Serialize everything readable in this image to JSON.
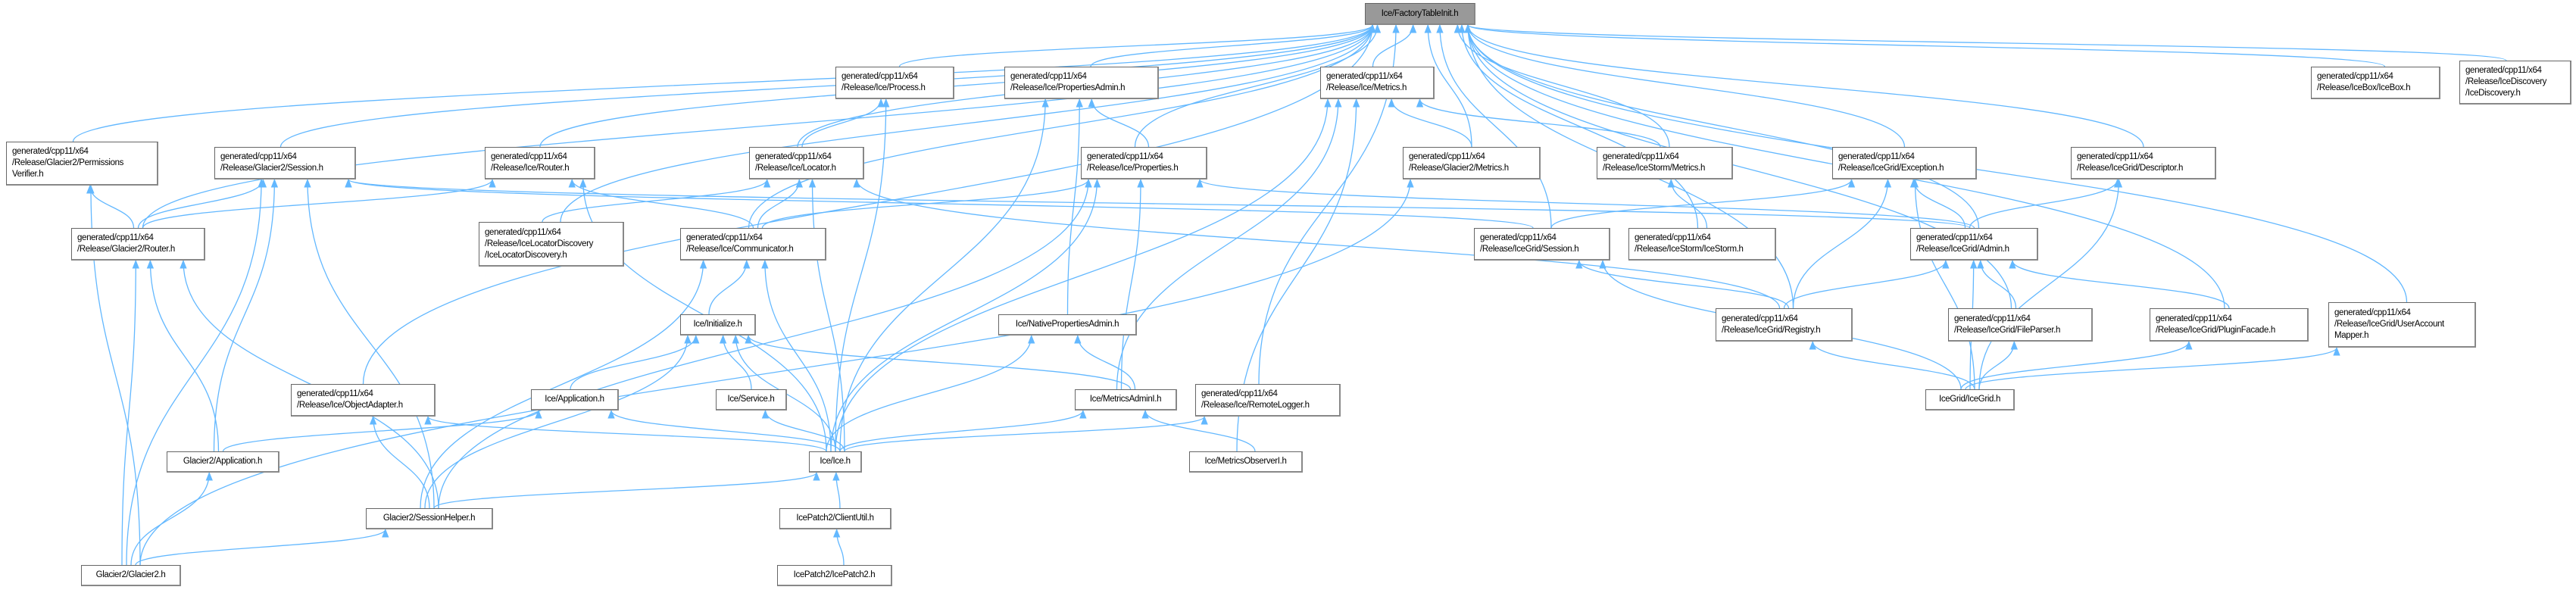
{
  "graph": {
    "root": "fti",
    "edge_color": "#63b8ff",
    "nodes": {
      "fti": "Ice/FactoryTableInit.h",
      "permverifier": "generated/cpp11/x64\n/Release/Glacier2/Permissions\nVerifier.h",
      "g2session": "generated/cpp11/x64\n/Release/Glacier2/Session.h",
      "icerouter": "generated/cpp11/x64\n/Release/Ice/Router.h",
      "g2router": "generated/cpp11/x64\n/Release/Glacier2/Router.h",
      "locdisc": "generated/cpp11/x64\n/Release/IceLocatorDiscovery\n/IceLocatorDiscovery.h",
      "locator": "generated/cpp11/x64\n/Release/Ice/Locator.h",
      "communicator": "generated/cpp11/x64\n/Release/Ice/Communicator.h",
      "process": "generated/cpp11/x64\n/Release/Ice/Process.h",
      "propadmin": "generated/cpp11/x64\n/Release/Ice/PropertiesAdmin.h",
      "properties": "generated/cpp11/x64\n/Release/Ice/Properties.h",
      "metrics": "generated/cpp11/x64\n/Release/Ice/Metrics.h",
      "g2metrics": "generated/cpp11/x64\n/Release/Glacier2/Metrics.h",
      "stormmetrics": "generated/cpp11/x64\n/Release/IceStorm/Metrics.h",
      "gridsession": "generated/cpp11/x64\n/Release/IceGrid/Session.h",
      "icestorm": "generated/cpp11/x64\n/Release/IceStorm/IceStorm.h",
      "exception": "generated/cpp11/x64\n/Release/IceGrid/Exception.h",
      "descriptor": "generated/cpp11/x64\n/Release/IceGrid/Descriptor.h",
      "admin": "generated/cpp11/x64\n/Release/IceGrid/Admin.h",
      "icebox": "generated/cpp11/x64\n/Release/IceBox/IceBox.h",
      "icediscovery": "generated/cpp11/x64\n/Release/IceDiscovery\n/IceDiscovery.h",
      "initialize": "Ice/Initialize.h",
      "nativepropadmin": "Ice/NativePropertiesAdmin.h",
      "objadapter": "generated/cpp11/x64\n/Release/Ice/ObjectAdapter.h",
      "application": "Ice/Application.h",
      "service": "Ice/Service.h",
      "metricsadmini": "Ice/MetricsAdminI.h",
      "remotelogger": "generated/cpp11/x64\n/Release/Ice/RemoteLogger.h",
      "g2application": "Glacier2/Application.h",
      "iceh": "Ice/Ice.h",
      "metricsobserveri": "Ice/MetricsObserverI.h",
      "sessionhelper": "Glacier2/SessionHelper.h",
      "clientutil": "IcePatch2/ClientUtil.h",
      "glacier2": "Glacier2/Glacier2.h",
      "icepatch2": "IcePatch2/IcePatch2.h",
      "registry": "generated/cpp11/x64\n/Release/IceGrid/Registry.h",
      "fileparser": "generated/cpp11/x64\n/Release/IceGrid/FileParser.h",
      "pluginfacade": "generated/cpp11/x64\n/Release/IceGrid/PluginFacade.h",
      "useraccountmapper": "generated/cpp11/x64\n/Release/IceGrid/UserAccount\nMapper.h",
      "icegrid": "IceGrid/IceGrid.h"
    },
    "edges": [
      [
        "permverifier",
        "fti"
      ],
      [
        "g2session",
        "fti"
      ],
      [
        "icerouter",
        "fti"
      ],
      [
        "g2router",
        "fti"
      ],
      [
        "locdisc",
        "fti"
      ],
      [
        "locator",
        "fti"
      ],
      [
        "communicator",
        "fti"
      ],
      [
        "objadapter",
        "fti"
      ],
      [
        "process",
        "fti"
      ],
      [
        "propadmin",
        "fti"
      ],
      [
        "properties",
        "fti"
      ],
      [
        "metrics",
        "fti"
      ],
      [
        "g2metrics",
        "fti"
      ],
      [
        "stormmetrics",
        "fti"
      ],
      [
        "gridsession",
        "fti"
      ],
      [
        "remotelogger",
        "fti"
      ],
      [
        "icestorm",
        "fti"
      ],
      [
        "exception",
        "fti"
      ],
      [
        "admin",
        "fti"
      ],
      [
        "registry",
        "fti"
      ],
      [
        "fileparser",
        "fti"
      ],
      [
        "pluginfacade",
        "fti"
      ],
      [
        "descriptor",
        "fti"
      ],
      [
        "useraccountmapper",
        "fti"
      ],
      [
        "icebox",
        "fti"
      ],
      [
        "icediscovery",
        "fti"
      ],
      [
        "g2router",
        "permverifier"
      ],
      [
        "g2router",
        "g2session"
      ],
      [
        "g2router",
        "icerouter"
      ],
      [
        "glacier2",
        "permverifier"
      ],
      [
        "glacier2",
        "g2router"
      ],
      [
        "glacier2",
        "g2session"
      ],
      [
        "glacier2",
        "g2application"
      ],
      [
        "glacier2",
        "sessionhelper"
      ],
      [
        "glacier2",
        "g2metrics"
      ],
      [
        "g2application",
        "g2session"
      ],
      [
        "g2application",
        "g2router"
      ],
      [
        "g2application",
        "application"
      ],
      [
        "sessionhelper",
        "g2session"
      ],
      [
        "sessionhelper",
        "g2router"
      ],
      [
        "sessionhelper",
        "communicator"
      ],
      [
        "sessionhelper",
        "initialize"
      ],
      [
        "sessionhelper",
        "objadapter"
      ],
      [
        "sessionhelper",
        "iceh"
      ],
      [
        "sessionhelper",
        "properties"
      ],
      [
        "gridsession",
        "g2session"
      ],
      [
        "admin",
        "g2session"
      ],
      [
        "communicator",
        "icerouter"
      ],
      [
        "communicator",
        "locator"
      ],
      [
        "communicator",
        "properties"
      ],
      [
        "locdisc",
        "locator"
      ],
      [
        "locator",
        "process"
      ],
      [
        "iceh",
        "process"
      ],
      [
        "iceh",
        "propadmin"
      ],
      [
        "iceh",
        "locator"
      ],
      [
        "iceh",
        "icerouter"
      ],
      [
        "iceh",
        "communicator"
      ],
      [
        "iceh",
        "initialize"
      ],
      [
        "iceh",
        "application"
      ],
      [
        "iceh",
        "service"
      ],
      [
        "iceh",
        "objadapter"
      ],
      [
        "iceh",
        "properties"
      ],
      [
        "iceh",
        "metrics"
      ],
      [
        "iceh",
        "metricsadmini"
      ],
      [
        "iceh",
        "remotelogger"
      ],
      [
        "iceh",
        "nativepropadmin"
      ],
      [
        "registry",
        "locator"
      ],
      [
        "registry",
        "admin"
      ],
      [
        "registry",
        "gridsession"
      ],
      [
        "registry",
        "exception"
      ],
      [
        "initialize",
        "communicator"
      ],
      [
        "application",
        "initialize"
      ],
      [
        "service",
        "initialize"
      ],
      [
        "metricsadmini",
        "initialize"
      ],
      [
        "metricsadmini",
        "nativepropadmin"
      ],
      [
        "metricsadmini",
        "metrics"
      ],
      [
        "metricsadmini",
        "properties"
      ],
      [
        "nativepropadmin",
        "propadmin"
      ],
      [
        "properties",
        "propadmin"
      ],
      [
        "metricsobserveri",
        "metricsadmini"
      ],
      [
        "metricsobserveri",
        "metrics"
      ],
      [
        "stormmetrics",
        "metrics"
      ],
      [
        "g2metrics",
        "metrics"
      ],
      [
        "icestorm",
        "stormmetrics"
      ],
      [
        "gridsession",
        "exception"
      ],
      [
        "admin",
        "exception"
      ],
      [
        "admin",
        "descriptor"
      ],
      [
        "admin",
        "properties"
      ],
      [
        "icegrid",
        "registry"
      ],
      [
        "icegrid",
        "fileparser"
      ],
      [
        "icegrid",
        "pluginfacade"
      ],
      [
        "icegrid",
        "useraccountmapper"
      ],
      [
        "icegrid",
        "admin"
      ],
      [
        "icegrid",
        "exception"
      ],
      [
        "icegrid",
        "descriptor"
      ],
      [
        "icegrid",
        "gridsession"
      ],
      [
        "fileparser",
        "admin"
      ],
      [
        "pluginfacade",
        "admin"
      ],
      [
        "clientutil",
        "iceh"
      ],
      [
        "icepatch2",
        "clientutil"
      ]
    ]
  }
}
